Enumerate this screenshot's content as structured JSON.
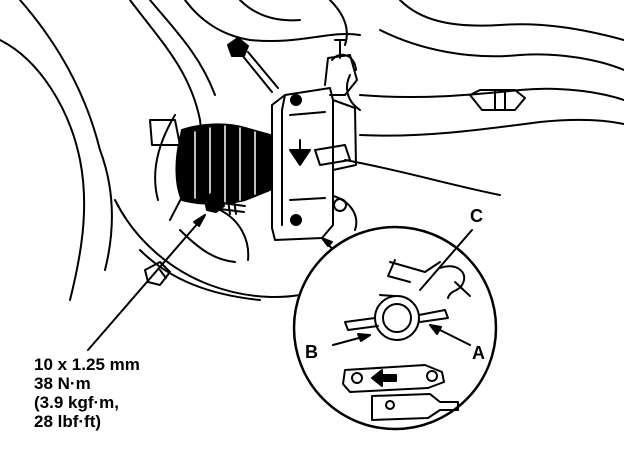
{
  "torque_spec": {
    "line1": "10 x 1.25 mm",
    "line2": "38 N·m",
    "line3": "(3.9 kgf·m,",
    "line4": "28 lbf·ft)"
  },
  "callouts": {
    "a": "A",
    "b": "B",
    "c": "C"
  }
}
